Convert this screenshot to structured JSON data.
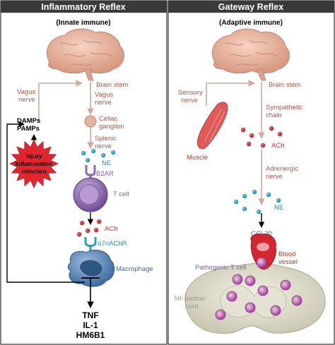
{
  "left_panel": {
    "title": "Inflammatory Reflex",
    "subtitle": "(Innate immune)",
    "labels": {
      "brain_stem": "Brain stem",
      "vagus_afferent": [
        "Vagus",
        "nerve"
      ],
      "vagus_efferent": [
        "Vagus",
        "nerve"
      ],
      "celiac": [
        "Celiac",
        "ganglion"
      ],
      "splenic": [
        "Splenic",
        "nerve"
      ],
      "ne": "NE",
      "b2ar": "B2AR",
      "t_cell": "T cell",
      "ach": "ACh",
      "a7nachr": "α7nAChR",
      "macrophage": "Macrophage",
      "damps": "DAMPs",
      "pamps": "PAMPs",
      "injury": [
        "Injury",
        "Inflammation",
        "Infection"
      ],
      "cytokines": [
        "TNF",
        "IL-1",
        "HM6B1"
      ]
    }
  },
  "right_panel": {
    "title": "Gateway Reflex",
    "subtitle": "(Adaptive immune)",
    "labels": {
      "brain_stem": "Brain stem",
      "sensory": [
        "Sensory",
        "nerve"
      ],
      "sympathetic": [
        "Sympathetic",
        "chain"
      ],
      "muscle": "Muscle",
      "ach": "ACh",
      "adrenergic": [
        "Adrenergic",
        "nerve"
      ],
      "ne": "NE",
      "ccl20": "CCL20",
      "blood_vessel": [
        "Blood",
        "vessel"
      ],
      "pathogenic": "Pathogenic T cell",
      "lumbar": [
        "5th lumbar",
        "cord"
      ]
    }
  },
  "colors": {
    "header_bg": "#3a3a3a",
    "nerve": "#d4a99a",
    "brain": "#e8b4a0",
    "t_cell": "#8e6ab0",
    "macrophage": "#5a86b8",
    "ach_dot": "#c8242b",
    "ne_dot": "#2a9fb8",
    "star": "#e2262f"
  }
}
